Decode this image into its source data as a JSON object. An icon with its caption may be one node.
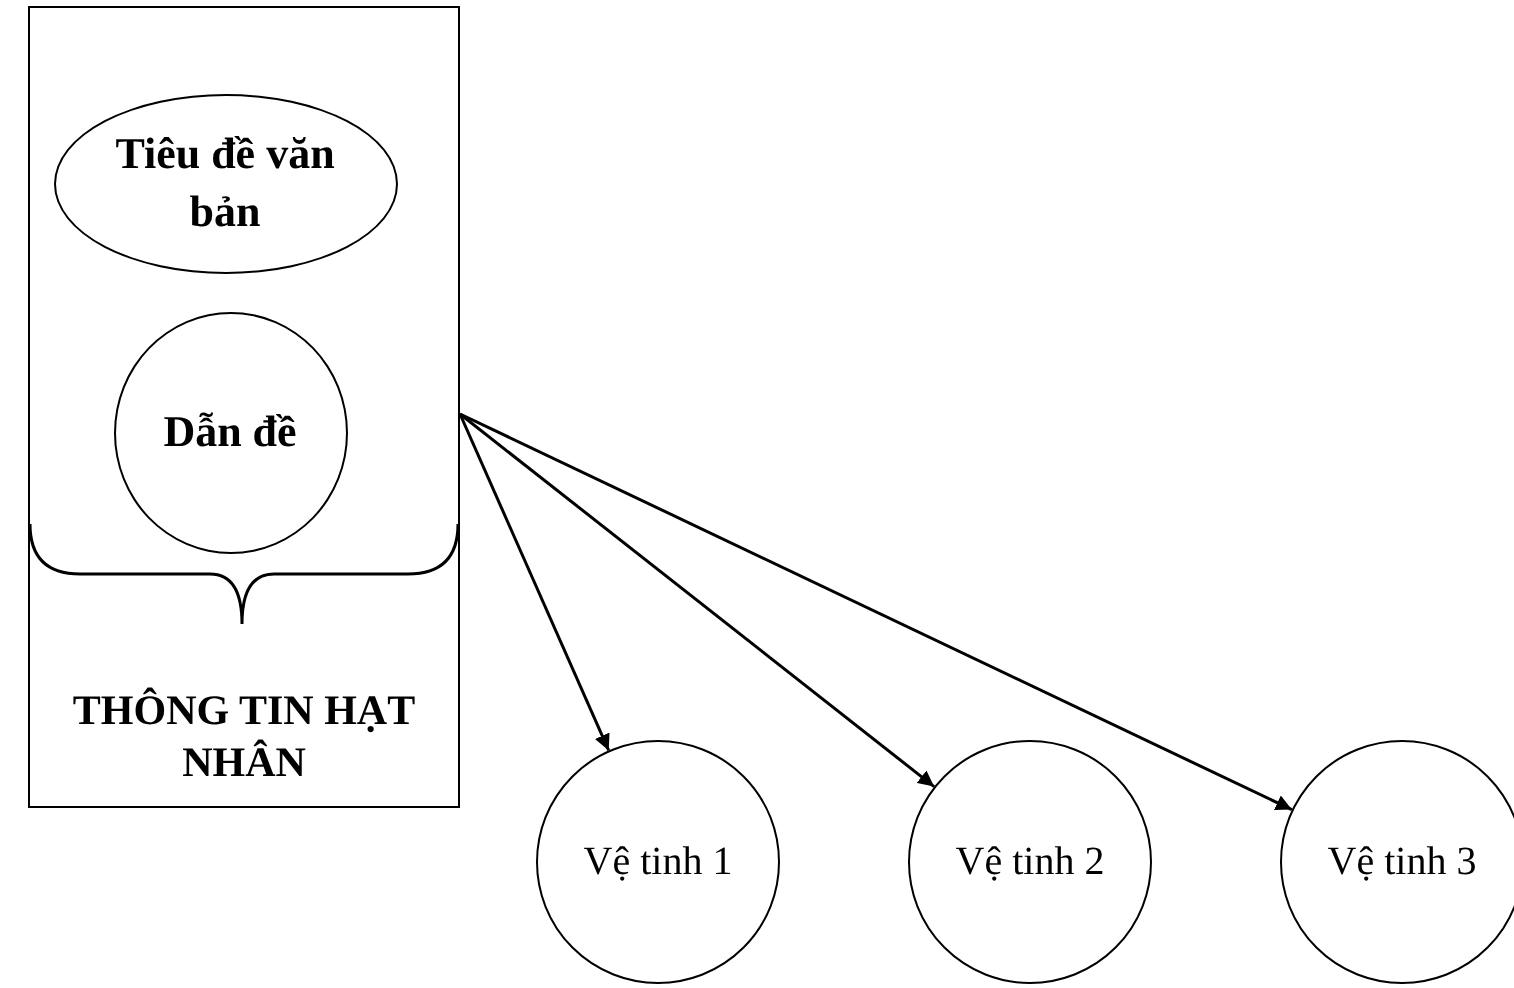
{
  "diagram": {
    "nodes": [
      {
        "text": [
          "THÔNG TIN HẠT NHÂN"
        ]
      },
      {
        "text": [
          "Tiêu đề văn bản"
        ],
        "in": 0
      },
      {
        "text": [
          "Dẫn đề"
        ],
        "in": 0
      },
      {
        "text": [
          "Vệ tinh 1"
        ]
      },
      {
        "text": [
          "Vệ tinh 2"
        ]
      },
      {
        "text": [
          "Vệ tinh 3"
        ]
      }
    ],
    "edges": [
      {
        "from": 0,
        "to": 3,
        "arrow": "to"
      },
      {
        "from": 0,
        "to": 4,
        "arrow": "to"
      },
      {
        "from": 0,
        "to": 5,
        "arrow": "to"
      }
    ]
  }
}
